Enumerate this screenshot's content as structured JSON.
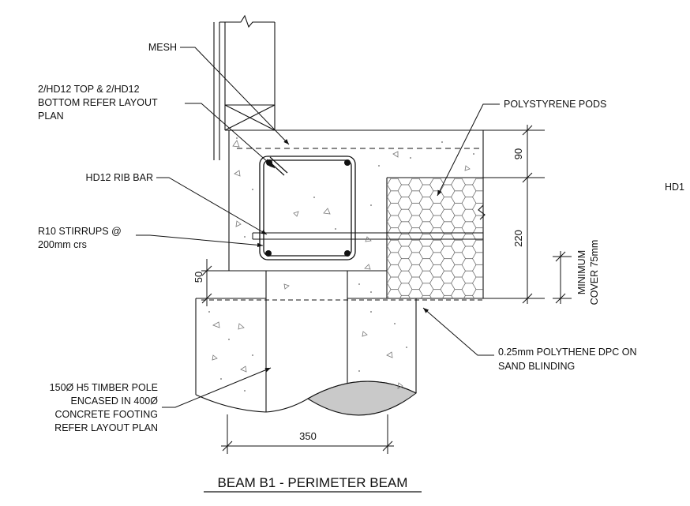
{
  "drawing": {
    "title": "BEAM B1 - PERIMETER BEAM",
    "labels": {
      "mesh": "MESH",
      "top_bottom_bars_1": "2/HD12 TOP & 2/HD12",
      "top_bottom_bars_2": "BOTTOM REFER LAYOUT",
      "top_bottom_bars_3": "PLAN",
      "rib_bar": "HD12 RIB BAR",
      "stirrups_1": "R10 STIRRUPS @",
      "stirrups_2": "200mm crs",
      "pods": "POLYSTYRENE PODS",
      "cut_label": "HD1",
      "pole_1": "150Ø H5 TIMBER POLE",
      "pole_2": "ENCASED IN 400Ø",
      "pole_3": "CONCRETE FOOTING",
      "pole_4": "REFER LAYOUT PLAN",
      "dpc_1": "0.25mm POLYTHENE DPC ON",
      "dpc_2": "SAND BLINDING",
      "cover_1": "MINIMUM",
      "cover_2": "COVER 75mm"
    },
    "dimensions": {
      "slab_top": "90",
      "pod_depth": "220",
      "pole_gap": "50",
      "footing_width": "350"
    }
  }
}
